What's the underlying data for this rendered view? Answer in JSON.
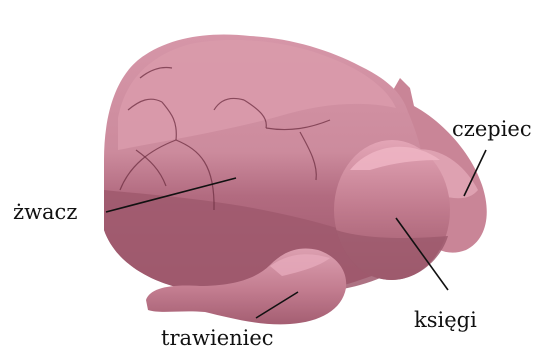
{
  "labels": {
    "rumen": "żwacz",
    "reticulum": "czepiec",
    "omasum": "księgi",
    "abomasum": "trawieniec"
  },
  "colors": {
    "light": "#d99aab",
    "mid": "#c47d8f",
    "dark": "#a05a6e",
    "band": "#b36c80",
    "highlight": "#eeb2c2"
  }
}
